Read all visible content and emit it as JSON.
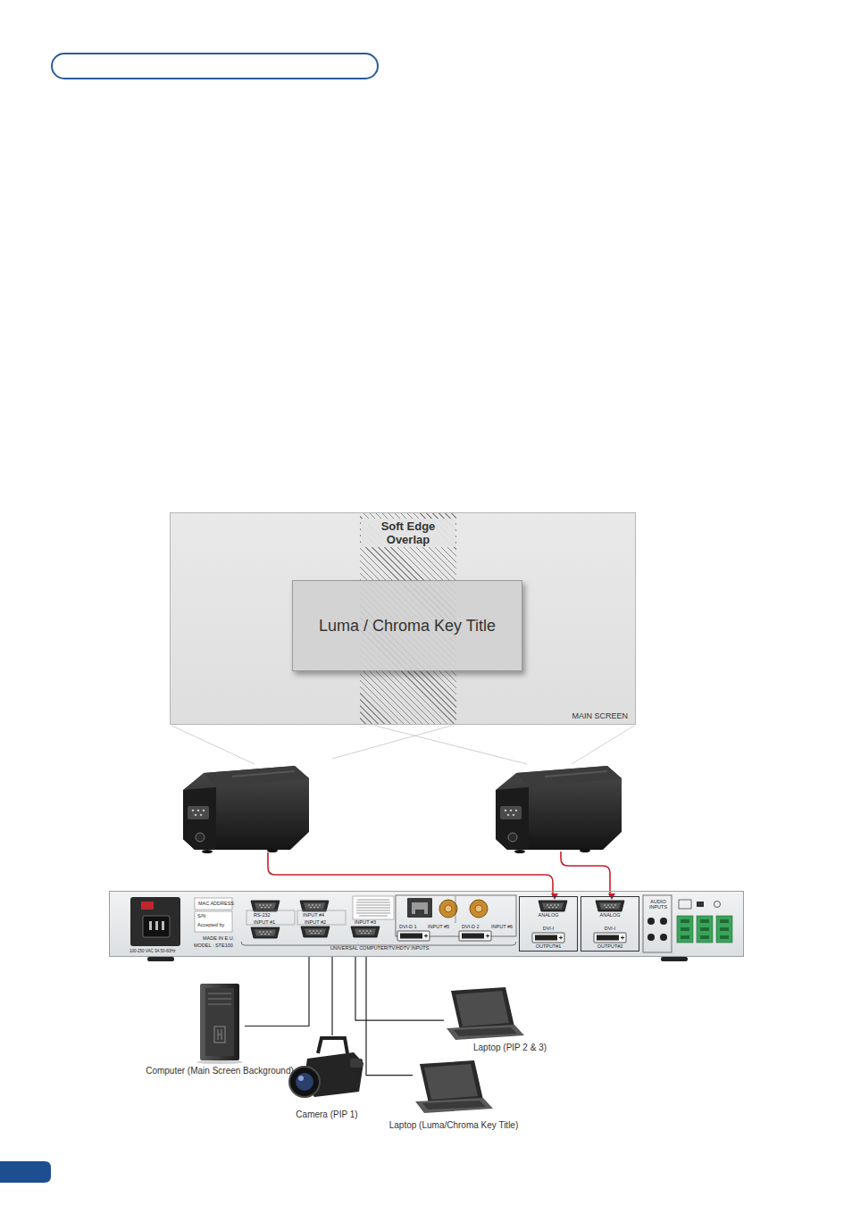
{
  "diagram": {
    "nodes": [
      {
        "text": [
          "MAIN SCREEN"
        ]
      },
      {
        "text": [
          "Soft Edge Overlap"
        ],
        "in": 0
      },
      {
        "text": [
          "Luma / Chroma Key Title"
        ],
        "in": 0
      },
      {
        "text": [
          "UNIVERSAL COMPUTER/TV/HDTV INPUTS"
        ]
      },
      {
        "text": [
          "ANALOG",
          "DVI-I",
          "OUTPUT#1"
        ],
        "in": 3
      },
      {
        "text": [
          "ANALOG",
          "DVI-I",
          "OUTPUT#2"
        ],
        "in": 3
      },
      {
        "text": [
          "Computer (Main Screen Background)"
        ]
      },
      {
        "text": [
          "Camera (PIP 1)"
        ]
      },
      {
        "text": [
          "Laptop (PIP 2 & 3)"
        ]
      },
      {
        "text": [
          "Laptop (Luma/Chroma Key Title)"
        ]
      }
    ],
    "edges": [
      {
        "from": 6,
        "to": 3,
        "arrow": "none"
      },
      {
        "from": 7,
        "to": 3,
        "arrow": "none"
      },
      {
        "from": 8,
        "to": 3,
        "arrow": "none"
      },
      {
        "from": 9,
        "to": 3,
        "arrow": "none"
      }
    ],
    "labels": [
      "MAC ADDRESS",
      "S/N :",
      "Accepted by",
      "MADE IN E.U.",
      "MODEL : STE100",
      "100-250 VAC 3A 50-60Hz",
      "RS-232",
      "INPUT #4",
      "INPUT #1",
      "INPUT #2",
      "INPUT #3",
      "DVI-D 1",
      "INPUT #5",
      "DVI-D 2",
      "INPUT #6",
      "AUDIO INPUTS"
    ]
  }
}
